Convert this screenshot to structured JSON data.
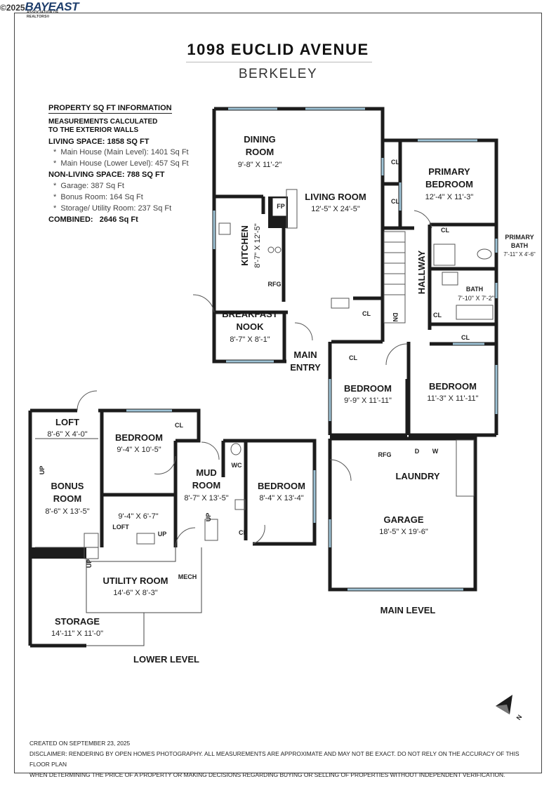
{
  "brand": {
    "copyright": "©2025",
    "logo": "BAYEAST",
    "tagline": "ASSOCIATION OF REALTORS®"
  },
  "header": {
    "address": "1098 EUCLID AVENUE",
    "city": "BERKELEY"
  },
  "info": {
    "heading": "PROPERTY SQ FT INFORMATION",
    "note1": "MEASUREMENTS CALCULATED",
    "note2": "TO THE EXTERIOR WALLS",
    "living": "LIVING SPACE: 1858 SQ FT",
    "living_items": [
      "Main House (Main Level):   1401 Sq Ft",
      "Main House (Lower Level):   457 Sq Ft"
    ],
    "nonliving": "NON-LIVING SPACE: 788 SQ FT",
    "nonliving_items": [
      "Garage:   387 Sq Ft",
      "Bonus Room:   164 Sq Ft",
      "Storage/ Utility Room:   237 Sq Ft"
    ],
    "combined_label": "COMBINED:",
    "combined_value": "2646  Sq Ft"
  },
  "rooms": {
    "dining": {
      "name1": "DINING",
      "name2": "ROOM",
      "dim": "9'-8\" X 11'-2\""
    },
    "living": {
      "name": "LIVING ROOM",
      "dim": "12'-5\" X 24'-5\""
    },
    "primary": {
      "name1": "PRIMARY",
      "name2": "BEDROOM",
      "dim": "12'-4\" X 11'-3\""
    },
    "primary_bath": {
      "name1": "PRIMARY",
      "name2": "BATH",
      "dim": "7'-11\" X 4'-6\""
    },
    "bath": {
      "name": "BATH",
      "dim": "7'-10\" X 7'-2\""
    },
    "kitchen": {
      "name": "KITCHEN",
      "dim": "8'-7\" X 12'-5\""
    },
    "nook": {
      "name1": "BREAKFAST",
      "name2": "NOOK",
      "dim": "8'-7\" X 8'-1\""
    },
    "hallway": {
      "name": "HALLWAY"
    },
    "entry": {
      "name1": "MAIN",
      "name2": "ENTRY"
    },
    "bed_mid": {
      "name": "BEDROOM",
      "dim": "9'-9\" X 11'-11\""
    },
    "bed_right": {
      "name": "BEDROOM",
      "dim": "11'-3\" X 11'-11\""
    },
    "garage": {
      "laundry": "LAUNDRY",
      "name": "GARAGE",
      "dim": "18'-5\" X 19'-6\""
    },
    "loft": {
      "name": "LOFT",
      "dim": "8'-6\" X 4'-0\""
    },
    "bonus": {
      "name1": "BONUS",
      "name2": "ROOM",
      "dim": "8'-6\" X 13'-5\""
    },
    "bed_low1": {
      "name": "BEDROOM",
      "dim": "9'-4\" X 10'-5\""
    },
    "loft2": {
      "name": "LOFT",
      "dim": "9'-4\" X 6'-7\""
    },
    "mud": {
      "name1": "MUD",
      "name2": "ROOM",
      "dim": "8'-7\" X 13'-5\""
    },
    "bed_low2": {
      "name": "BEDROOM",
      "dim": "8'-4\" X 13'-4\""
    },
    "utility": {
      "name": "UTILITY ROOM",
      "dim": "14'-6\" X 8'-3\""
    },
    "storage": {
      "name": "STORAGE",
      "dim": "14'-11\" X 11'-0\""
    }
  },
  "fixtures": {
    "cl": "CL",
    "fp": "FP",
    "rfg": "RFG",
    "wc": "WC",
    "dn": "DN",
    "up": "UP",
    "mech": "MECH",
    "washer": "W",
    "dryer": "D"
  },
  "levels": {
    "main": "MAIN LEVEL",
    "lower": "LOWER LEVEL"
  },
  "compass": "N",
  "footer": {
    "created": "CREATED ON SEPTEMBER 23, 2025",
    "line1": "DISCLAIMER: RENDERING BY OPEN HOMES PHOTOGRAPHY. ALL MEASUREMENTS ARE APPROXIMATE AND MAY NOT BE EXACT. DO NOT RELY ON THE ACCURACY OF THIS FLOOR PLAN",
    "line2": "WHEN DETERMINING THE PRICE OF A PROPERTY OR MAKING DECISIONS REGARDING BUYING OR SELLING OF PROPERTIES WITHOUT INDEPENDENT VERIFICATION."
  },
  "colors": {
    "wall": "#1c1c1c",
    "window": "#9ec3d6",
    "brand": "#1d3d6b"
  }
}
